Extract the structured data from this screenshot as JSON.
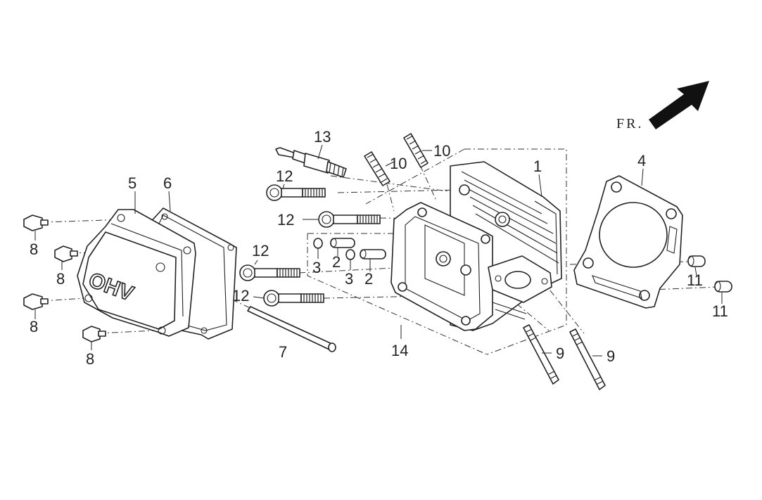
{
  "direction": {
    "text": "FR."
  },
  "cover_text": "OHV",
  "callouts": {
    "c1": "1",
    "c2a": "2",
    "c2b": "2",
    "c3a": "3",
    "c3b": "3",
    "c4": "4",
    "c5": "5",
    "c6": "6",
    "c7": "7",
    "c8a": "8",
    "c8b": "8",
    "c8c": "8",
    "c8d": "8",
    "c9a": "9",
    "c9b": "9",
    "c10a": "10",
    "c10b": "10",
    "c11a": "11",
    "c11b": "11",
    "c12a": "12",
    "c12b": "12",
    "c12c": "12",
    "c12d": "12",
    "c13": "13",
    "c14": "14"
  }
}
